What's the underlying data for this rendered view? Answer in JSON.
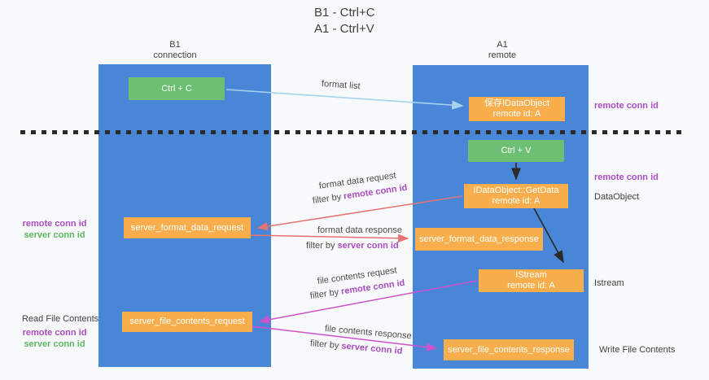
{
  "title": {
    "line1": "B1 - Ctrl+C",
    "line2": "A1 - Ctrl+V"
  },
  "columns": {
    "left": {
      "header_line1": "B1",
      "header_line2": "connection"
    },
    "right": {
      "header_line1": "A1",
      "header_line2": "remote"
    }
  },
  "boxes": {
    "ctrl_c": "Ctrl + C",
    "ctrl_v": "Ctrl + V",
    "store_dataobject": {
      "line1": "保存IDataObject",
      "line2": "remote id: A"
    },
    "getdata": {
      "line1": "IDataObject::GetData",
      "line2": "remote id: A"
    },
    "istream": {
      "line1": "IStream",
      "line2": "remote id: A"
    },
    "format_request": "server_format_data_request",
    "format_response": "server_format_data_response",
    "file_request": "server_file_contents_request",
    "file_response": "server_file_contents_response"
  },
  "edges": {
    "format_list": {
      "label": "format list"
    },
    "format_data_request": {
      "label": "format data request",
      "filter_prefix": "filter by ",
      "filter_value": "remote conn id"
    },
    "format_data_response": {
      "label": "format data response",
      "filter_prefix": "filter by ",
      "filter_value": "server conn id"
    },
    "file_contents_request": {
      "label": "file contents request",
      "filter_prefix": "filter by ",
      "filter_value": "remote conn id"
    },
    "file_contents_response": {
      "label": "file contents response",
      "filter_prefix": "filter by ",
      "filter_value": "server conn id"
    }
  },
  "side_labels": {
    "right_top_conn_id": "remote conn id",
    "right_mid_conn_id": "remote conn id",
    "dataobject": "DataObject",
    "istream": "Istream",
    "write_file": "Write File Contents",
    "left_format_remote": "remote conn id",
    "left_format_server": "server conn id",
    "read_file": "Read File Contents",
    "left_file_remote": "remote conn id",
    "left_file_server": "server conn id"
  },
  "colors": {
    "column_blue": "#4a86d8",
    "box_green": "#6dbf73",
    "box_orange": "#f9ae4d",
    "text_dark": "#3f3f3f",
    "purple": "#a94dc0",
    "green_label": "#5cb85f",
    "arrow_red": "#e57373",
    "arrow_magenta": "#cc52cc",
    "arrow_blue": "#a8d2f0",
    "arrow_black": "#2b2b2b"
  }
}
